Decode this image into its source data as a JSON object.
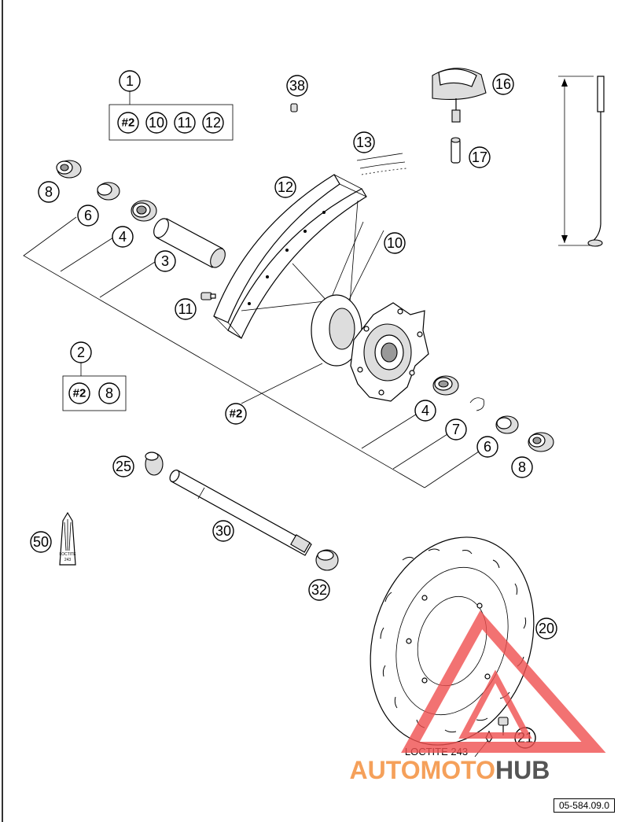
{
  "diagram": {
    "reference_code": "05-584.09.0",
    "loctite_note": "LOCTITE 243",
    "tube_label_line1": "LOCTITE",
    "tube_label_line2": "243",
    "kit_1": {
      "number": "1",
      "contents": [
        "#2",
        "10",
        "11",
        "12"
      ]
    },
    "kit_2": {
      "number": "2",
      "contents": [
        "#2",
        "8"
      ]
    },
    "callouts": {
      "p38": "38",
      "p16": "16",
      "p17": "17",
      "p13": "13",
      "p12": "12",
      "p10": "10",
      "p11": "11",
      "p8a": "8",
      "p6a": "6",
      "p4a": "4",
      "p3": "3",
      "hub": "#2",
      "p4b": "4",
      "p7": "7",
      "p6b": "6",
      "p8b": "8",
      "p25": "25",
      "p30": "30",
      "p32": "32",
      "p50": "50",
      "p20": "20",
      "p21": "21"
    }
  },
  "watermark": {
    "brand_part1": "AUTOMOTO",
    "brand_part2": "HUB",
    "color_accent": "#f05050",
    "color_dark": "#555555"
  }
}
